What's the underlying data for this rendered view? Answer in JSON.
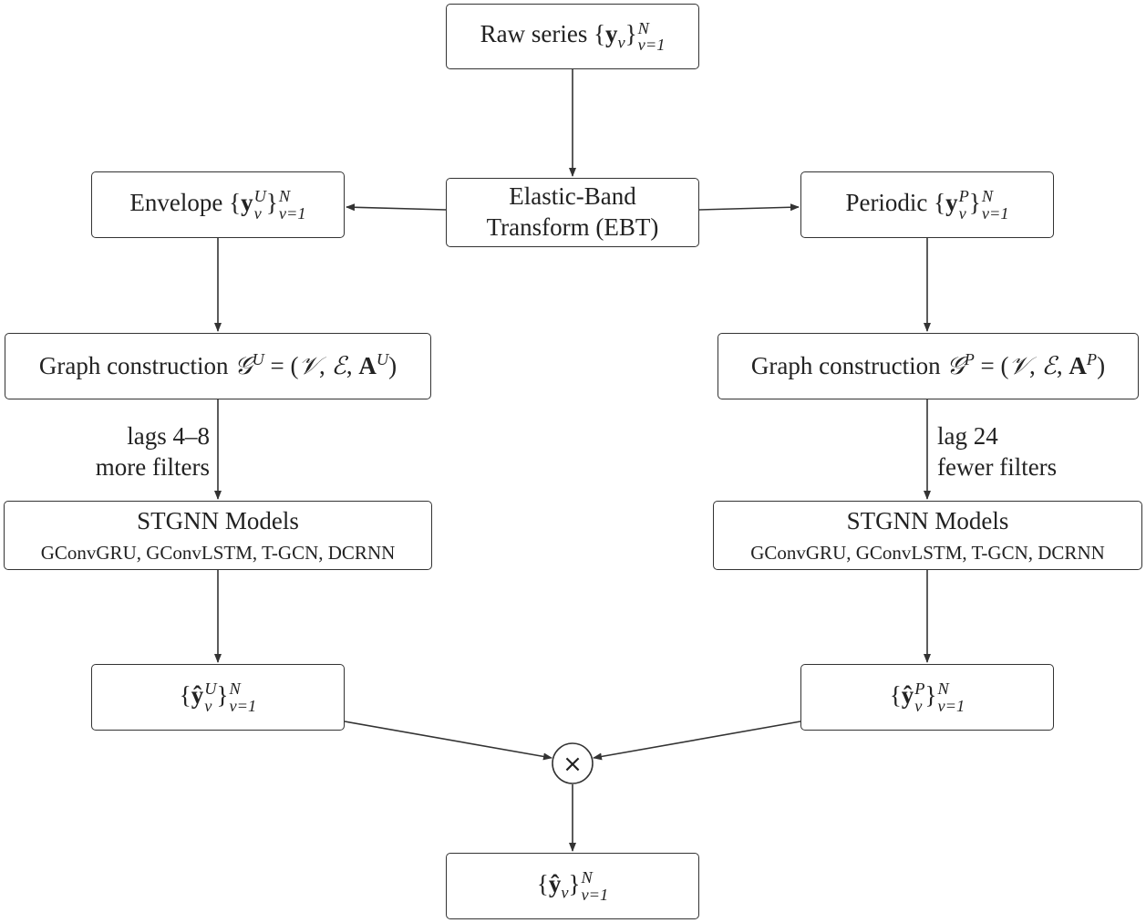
{
  "nodes": {
    "raw": {
      "label": "Raw series"
    },
    "ebt": {
      "line1": "Elastic-Band",
      "line2": "Transform (EBT)"
    },
    "envelope": {
      "label": "Envelope",
      "superscript": "U"
    },
    "periodic": {
      "label": "Periodic",
      "superscript": "P"
    },
    "graph_u": {
      "label": "Graph construction",
      "superscript": "U"
    },
    "graph_p": {
      "label": "Graph construction",
      "superscript": "P"
    },
    "stgnn_u": {
      "title": "STGNN Models",
      "models": "GConvGRU, GConvLSTM, T-GCN, DCRNN"
    },
    "stgnn_p": {
      "title": "STGNN Models",
      "models": "GConvGRU, GConvLSTM, T-GCN, DCRNN"
    },
    "pred_u": {
      "superscript": "U"
    },
    "pred_p": {
      "superscript": "P"
    },
    "multiply": {
      "symbol": "×"
    },
    "final": {}
  },
  "notation": {
    "series_var": "y",
    "hat_var": "ŷ",
    "node_index": "v",
    "count": "N",
    "index_range": "v=1",
    "graph_symbol": "𝒢",
    "vertices": "𝒱",
    "edges": "ℰ",
    "adjacency": "A"
  },
  "edge_labels": {
    "left": {
      "line1": "lags 4–8",
      "line2": "more filters"
    },
    "right": {
      "line1": "lag 24",
      "line2": "fewer filters"
    }
  },
  "colors": {
    "stroke": "#333333",
    "text": "#222222",
    "background": "#ffffff"
  }
}
